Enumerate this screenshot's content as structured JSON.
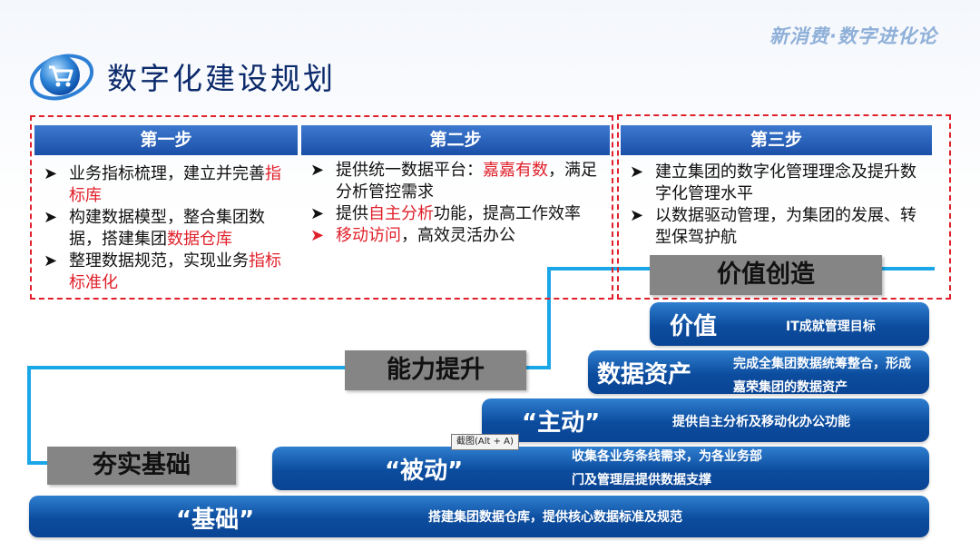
{
  "brand": "新消费·数字进化论",
  "page_title": "数字化建设规划",
  "steps": [
    {
      "title": "第一步",
      "items": [
        {
          "parts": [
            {
              "t": "业务指标梳理，建立并完善",
              "hl": false
            },
            {
              "t": "指标库",
              "hl": true
            }
          ]
        },
        {
          "parts": [
            {
              "t": "构建数据模型，整合集团数据，搭建集团",
              "hl": false
            },
            {
              "t": "数据仓库",
              "hl": true
            }
          ]
        },
        {
          "parts": [
            {
              "t": "整理数据规范，实现业务",
              "hl": false
            },
            {
              "t": "指标标准化",
              "hl": true
            }
          ]
        }
      ]
    },
    {
      "title": "第二步",
      "items": [
        {
          "parts": [
            {
              "t": "提供统一数据平台：",
              "hl": false
            },
            {
              "t": "嘉嘉有数",
              "hl": true
            },
            {
              "t": "，满足分析管控需求",
              "hl": false
            }
          ]
        },
        {
          "parts": [
            {
              "t": "提供",
              "hl": false
            },
            {
              "t": "自主分析",
              "hl": true
            },
            {
              "t": "功能，提高工作效率",
              "hl": false
            }
          ]
        },
        {
          "bullet_red": true,
          "parts": [
            {
              "t": "移动访问",
              "hl": true
            },
            {
              "t": "，高效灵活办公",
              "hl": false
            }
          ]
        }
      ]
    },
    {
      "title": "第三步",
      "items": [
        {
          "parts": [
            {
              "t": "建立集团的数字化管理理念及提升数字化管理水平",
              "hl": false
            }
          ]
        },
        {
          "parts": [
            {
              "t": "以数据驱动管理，为集团的发展、转型保驾护航",
              "hl": false
            }
          ]
        }
      ]
    }
  ],
  "stages": {
    "foundation": "夯实基础",
    "capability": "能力提升",
    "value_creation": "价值创造"
  },
  "bands": [
    {
      "name": "“基础”",
      "desc": "搭建集团数据仓库，提供核心数据标准及规范"
    },
    {
      "name": "“被动”",
      "desc_line1": "收集各业务条线需求，为各业务部",
      "desc_line2": "门及管理层提供数据支撑"
    },
    {
      "name": "“主动”",
      "desc": "提供自主分析及移动化办公功能"
    },
    {
      "name": "数据资产",
      "desc_line1": "完成全集团数据统筹整合，形成",
      "desc_line2": "嘉荣集团的数据资产"
    },
    {
      "name": "价值",
      "desc": "IT成就管理目标"
    }
  ],
  "tooltip": "截图(Alt + A)",
  "colors": {
    "accent_red": "#e0202a",
    "band_blue": "#0c4c9e",
    "line_cyan": "#1aa7e8",
    "title_navy": "#0c2a6b"
  }
}
